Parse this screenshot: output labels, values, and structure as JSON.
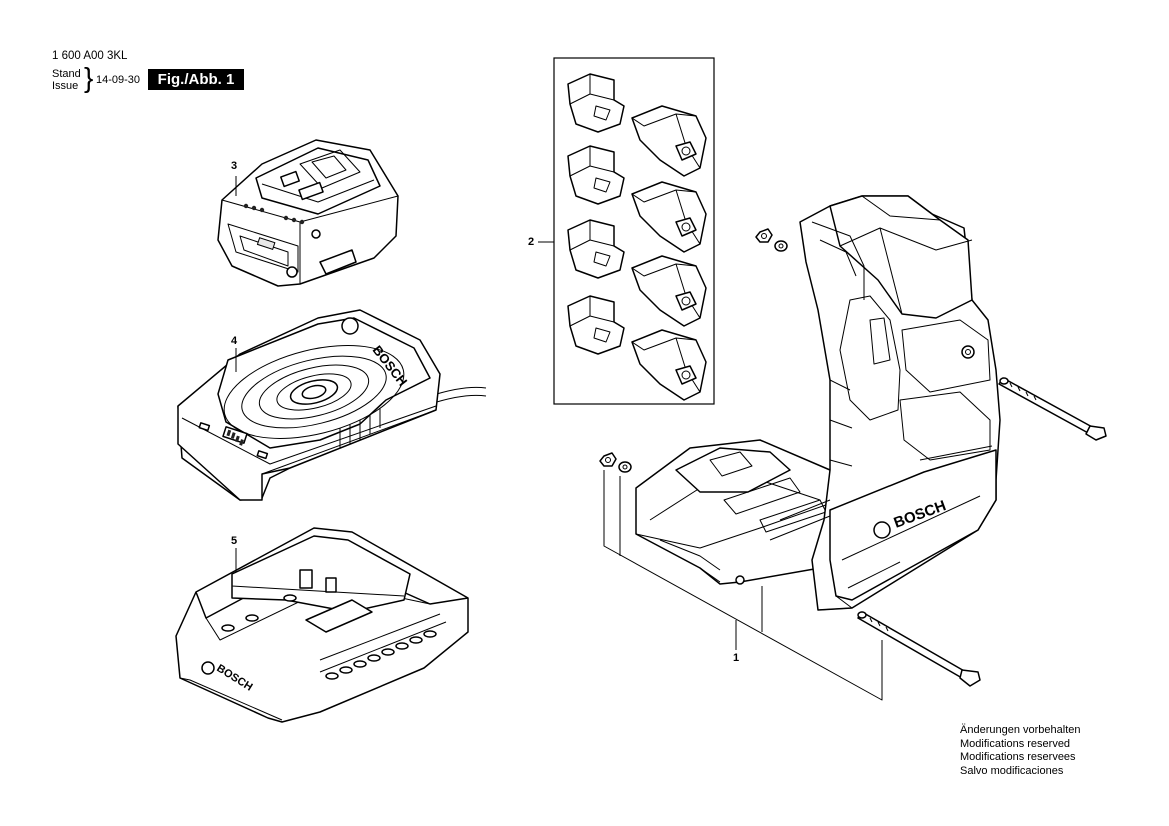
{
  "header": {
    "doc_number": "1 600 A00 3KL",
    "stand_label": "Stand",
    "issue_label": "Issue",
    "date": "14-09-30",
    "figure_label": "Fig./Abb. 1"
  },
  "callouts": {
    "part_1": "1",
    "part_2": "2",
    "part_3": "3",
    "part_4": "4",
    "part_5": "5"
  },
  "logos": {
    "charger_brand": "BOSCH",
    "adapter_brand": "BOSCH",
    "holster_brand": "BOSCH"
  },
  "footer": {
    "lines": [
      "Änderungen vorbehalten",
      "Modifications reserved",
      "Modifications reservees",
      "Salvo modificaciones"
    ]
  }
}
